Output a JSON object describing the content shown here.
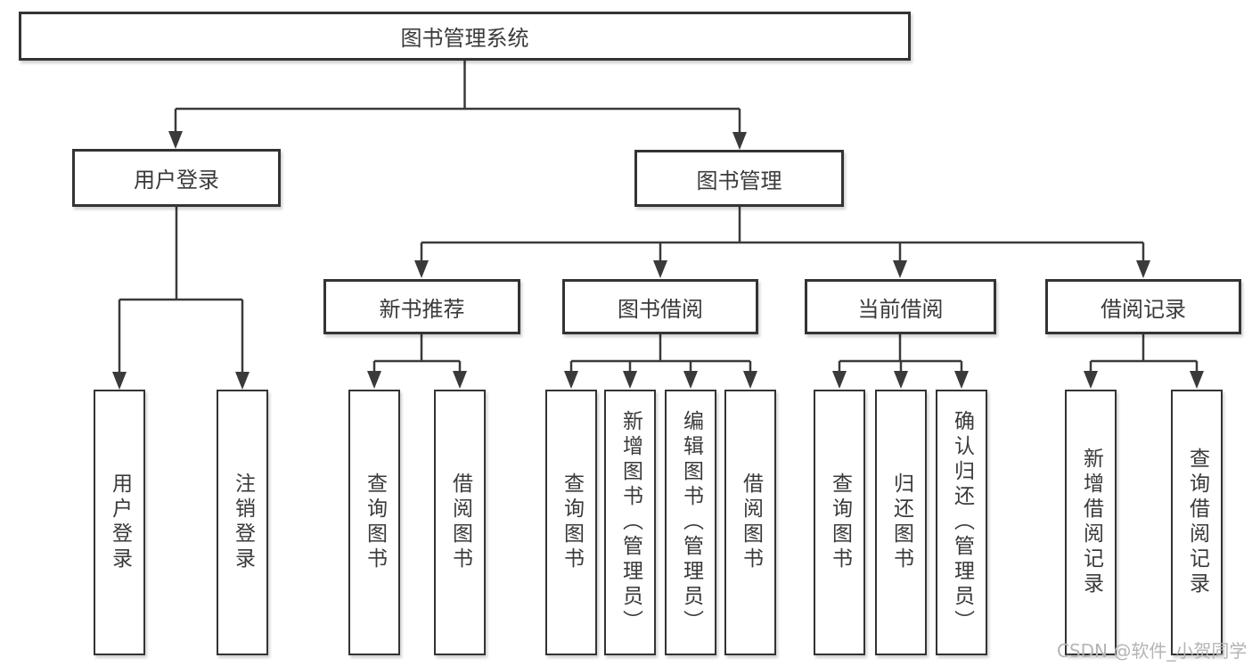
{
  "diagram": {
    "root": {
      "label": "图书管理系统"
    },
    "level2": [
      {
        "label": "用户登录"
      },
      {
        "label": "图书管理"
      }
    ],
    "level3": [
      {
        "label": "新书推荐"
      },
      {
        "label": "图书借阅"
      },
      {
        "label": "当前借阅"
      },
      {
        "label": "借阅记录"
      }
    ],
    "leaves": [
      {
        "label": "用户登录"
      },
      {
        "label": "注销登录"
      },
      {
        "label": "查询图书"
      },
      {
        "label": "借阅图书"
      },
      {
        "label": "查询图书"
      },
      {
        "label": "新增图书（管理员）"
      },
      {
        "label": "编辑图书（管理员）"
      },
      {
        "label": "借阅图书"
      },
      {
        "label": "查询图书"
      },
      {
        "label": "归还图书"
      },
      {
        "label": "确认归还（管理员）"
      },
      {
        "label": "新增借阅记录"
      },
      {
        "label": "查询借阅记录"
      }
    ]
  },
  "watermark": {
    "text": "CSDN @软件_小贺同学"
  },
  "colors": {
    "line": "#3a3a3a",
    "text": "#3a3a3a",
    "border": "#333333",
    "watermark": "#b4b4b4"
  }
}
